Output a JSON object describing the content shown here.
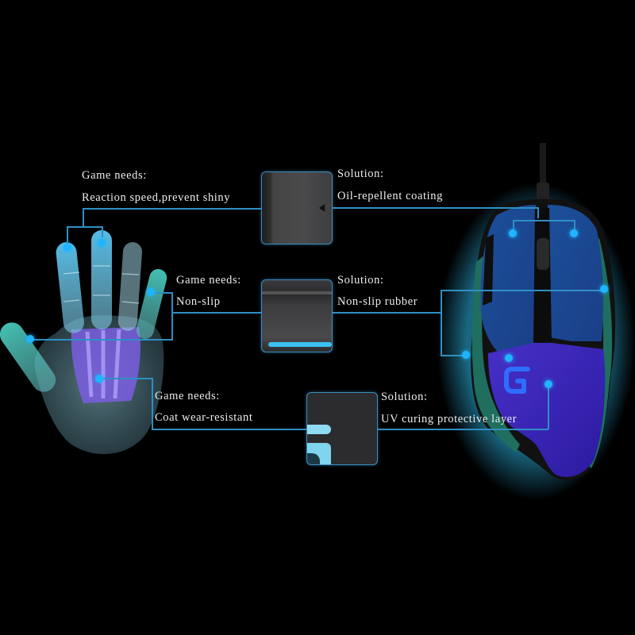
{
  "colors": {
    "background": "#000000",
    "connector_line": "#2f8fc4",
    "dot": "#1fb4ff",
    "text": "#ececec",
    "mouse_blue": "#1c4f9a",
    "mouse_purple": "#3a22b0",
    "mouse_green": "#1f6e5e",
    "hand_cyan": "#5ad6e0",
    "hand_palm_purple": "#7a5ee0",
    "logo_blue": "#2f6dff"
  },
  "callouts": [
    {
      "id": "top",
      "need_heading": "Game needs:",
      "need": "Reaction speed,prevent shiny",
      "solution_heading": "Solution:",
      "solution": "Oil-repellent coating",
      "thumbnail": "glossy-mouse-button-closeup"
    },
    {
      "id": "middle",
      "need_heading": "Game needs:",
      "need": "Non-slip",
      "solution_heading": "Solution:",
      "solution": "Non-slip rubber",
      "thumbnail": "rubber-side-grip-closeup"
    },
    {
      "id": "bottom",
      "need_heading": "Game needs:",
      "need": "Coat wear-resistant",
      "solution_heading": "Solution:",
      "solution": "UV curing protective layer",
      "thumbnail": "uv-coated-shell-closeup"
    }
  ],
  "illustrations": {
    "left": "x-ray-hand",
    "right": "gaming-mouse",
    "logo": "G"
  }
}
